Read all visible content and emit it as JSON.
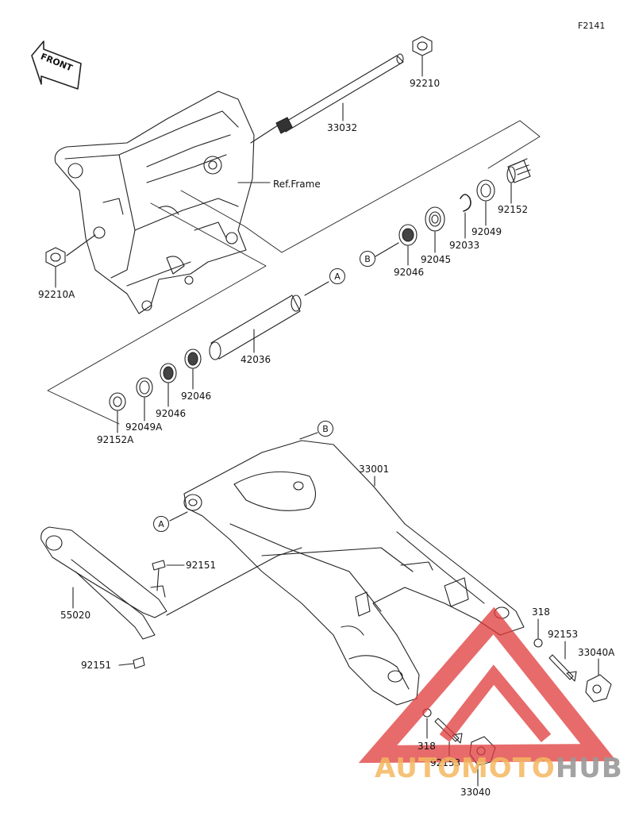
{
  "figure_code": "F2141",
  "front_label": "FRONT",
  "ref_frame": "Ref.Frame",
  "callouts": {
    "a_top": "A",
    "b_top": "B",
    "a_arm": "A",
    "b_arm": "B"
  },
  "parts": {
    "p92210": "92210",
    "p33032": "33032",
    "p92210A": "92210A",
    "p92152": "92152",
    "p92049": "92049",
    "p92033": "92033",
    "p92045": "92045",
    "p92046_b": "92046",
    "p42036": "42036",
    "p92046_1": "92046",
    "p92046_2": "92046",
    "p92049A": "92049A",
    "p92152A": "92152A",
    "p33001": "33001",
    "p92151_top": "92151",
    "p55020": "55020",
    "p92151_bot": "92151",
    "p318_r": "318",
    "p92153_r": "92153",
    "p33040A": "33040A",
    "p318_b": "318",
    "p92153_b": "92153",
    "p33040": "33040"
  },
  "watermark": {
    "part1": "AUTOMOTO",
    "part2": "HUB"
  },
  "colors": {
    "line": "#222222",
    "watermark_red": "#e03a3a",
    "watermark_orange": "#f4b860",
    "watermark_gray": "#9a9a9a"
  }
}
